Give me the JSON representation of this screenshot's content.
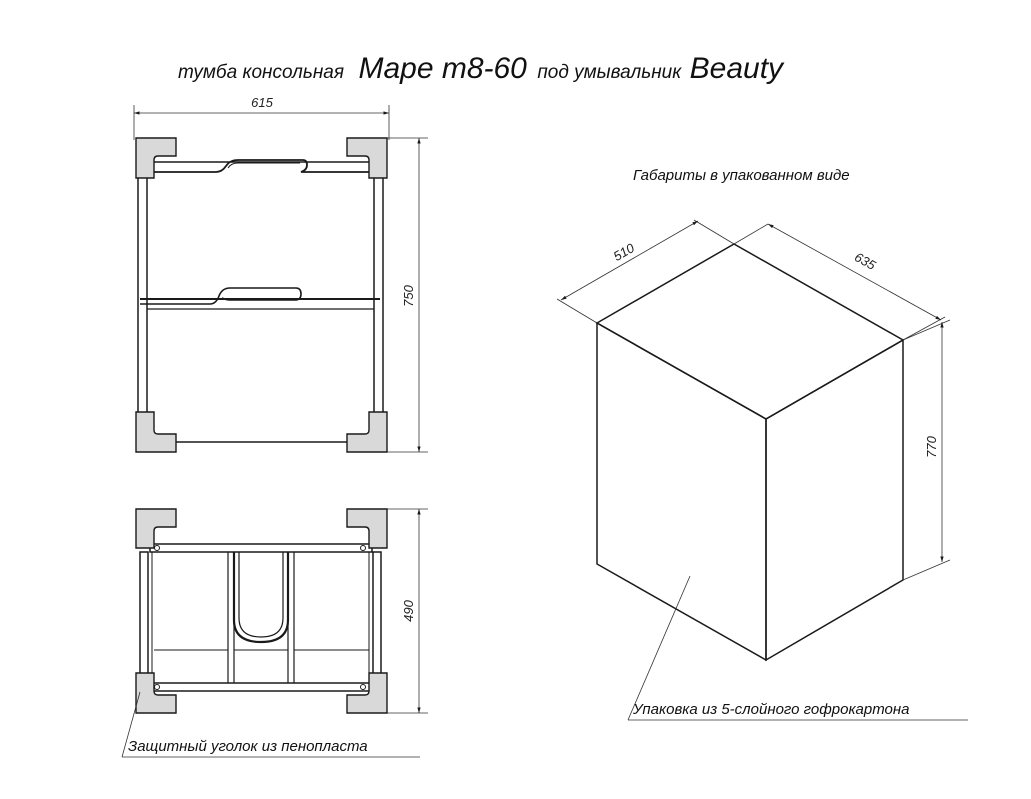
{
  "title": {
    "prefix": "тумба консольная",
    "model": "Mape т8-60",
    "middle": "под умывальник",
    "series": "Beauty"
  },
  "front_view": {
    "width_dim": "615",
    "height_dim": "750"
  },
  "top_view": {
    "depth_dim": "490",
    "callout": "Защитный уголок из пенопласта"
  },
  "package": {
    "heading": "Габариты в упакованном виде",
    "depth_dim": "510",
    "width_dim": "635",
    "height_dim": "770",
    "callout": "Упаковка из 5-слойного гофрокартона"
  }
}
